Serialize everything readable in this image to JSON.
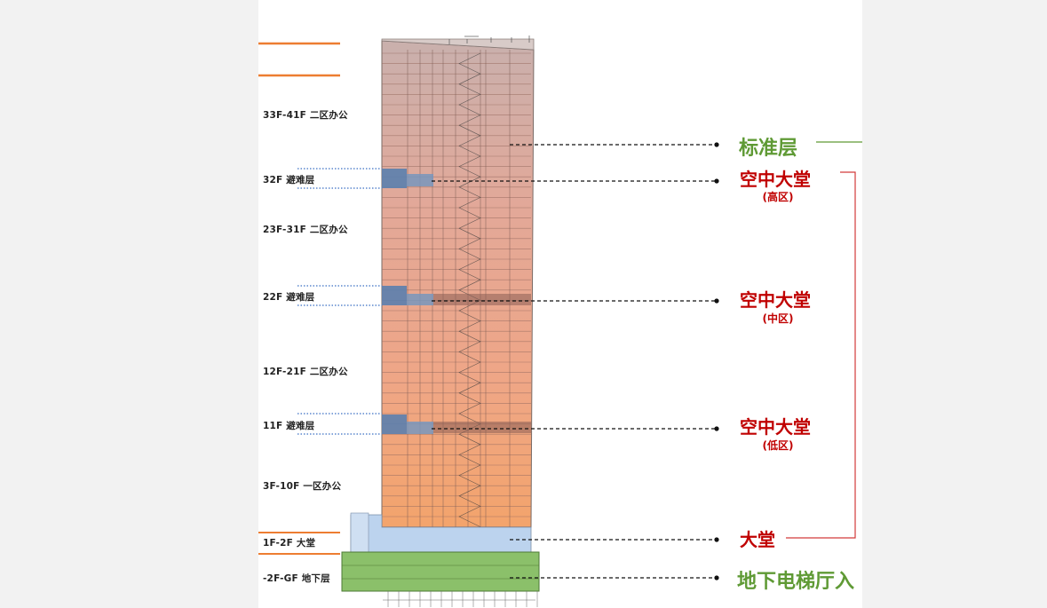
{
  "floor_labels": [
    "33F-41F 二区办公",
    "32F 避难层",
    "23F-31F 二区办公",
    "22F 避难层",
    "12F-21F 二区办公",
    "11F 避难层",
    "3F-10F 一区办公",
    "1F-2F 大堂",
    "-2F-GF 地下层"
  ],
  "annotations": {
    "standard": "标准层",
    "sky_high": "空中大堂",
    "sky_high_sub": "(高区)",
    "sky_mid": "空中大堂",
    "sky_mid_sub": "(中区)",
    "sky_low": "空中大堂",
    "sky_low_sub": "(低区)",
    "lobby": "大堂",
    "basement": "地下电梯厅入"
  },
  "colors": {
    "tower_top": "#c9b0ad",
    "tower_mid": "#eba98f",
    "tower_bottom": "#f2a66f",
    "refuge": "#5b7fae",
    "lobby": "#bcd3ee",
    "basement": "#8bc06a",
    "accent_orange": "#ed7d31",
    "accent_green": "#5f9a35",
    "accent_red": "#c00000"
  }
}
